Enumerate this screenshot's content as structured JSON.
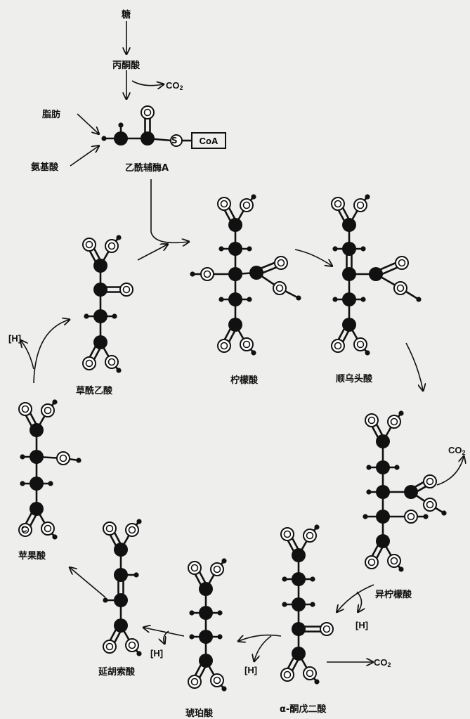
{
  "inputs": {
    "sugar": "糖",
    "pyruvate": "丙酮酸",
    "fat": "脂肪",
    "amino_acid": "氨基酸"
  },
  "co2": {
    "c": "CO",
    "sub": "2"
  },
  "acetyl_coa": {
    "label": "乙酰辅酶A",
    "coa": "CoA",
    "s": "S"
  },
  "hydrogen": "[H]",
  "atom_c": "C",
  "molecules": [
    {
      "id": "oxaloacetate",
      "label": "草酰乙酸"
    },
    {
      "id": "citrate",
      "label": "柠檬酸"
    },
    {
      "id": "cis_aconitate",
      "label": "顺乌头酸"
    },
    {
      "id": "isocitrate",
      "label": "异柠檬酸"
    },
    {
      "id": "alpha_ketoglutarate",
      "label": "α-酮戊二酸"
    },
    {
      "id": "succinate",
      "label": "琥珀酸"
    },
    {
      "id": "fumarate",
      "label": "延胡索酸"
    },
    {
      "id": "malate",
      "label": "苹果酸"
    }
  ],
  "colors": {
    "ink": "#111111",
    "paper": "#eeeeec",
    "oxygen_ring": "#ffffff"
  }
}
